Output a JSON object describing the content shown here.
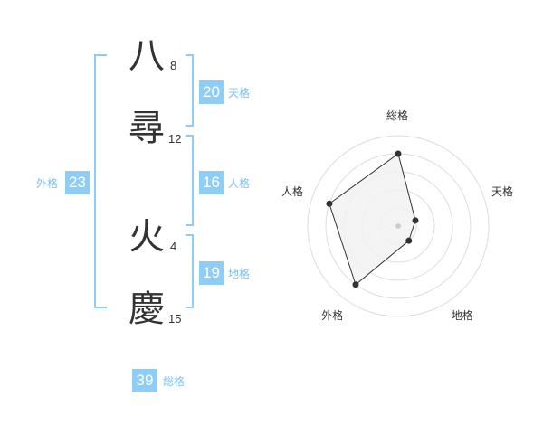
{
  "name": {
    "characters": [
      {
        "char": "八",
        "strokes": "8"
      },
      {
        "char": "尋",
        "strokes": "12"
      },
      {
        "char": "火",
        "strokes": "4"
      },
      {
        "char": "慶",
        "strokes": "15"
      }
    ]
  },
  "fortune": {
    "tenkaku": {
      "value": "20",
      "label": "天格"
    },
    "jinkaku": {
      "value": "16",
      "label": "人格"
    },
    "chikaku": {
      "value": "19",
      "label": "地格"
    },
    "gaikaku": {
      "value": "23",
      "label": "外格"
    },
    "soukaku": {
      "value": "39",
      "label": "総格"
    }
  },
  "bracket_color": "#8fcdf5",
  "chart_data": {
    "type": "radar",
    "axes": [
      "総格",
      "天格",
      "地格",
      "外格",
      "人格"
    ],
    "values": [
      4,
      1,
      1,
      4,
      4
    ],
    "rmax": 5,
    "rings": 5,
    "fill": "#f2f2f2",
    "stroke": "#333333",
    "ring_color": "#dddddd"
  }
}
